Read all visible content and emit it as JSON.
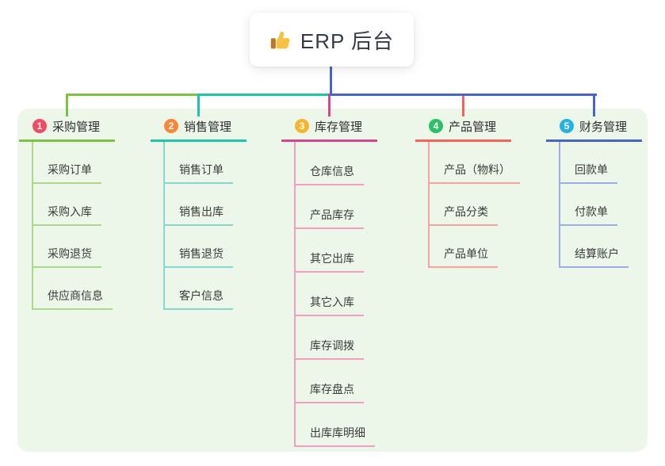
{
  "root": {
    "title": "ERP 后台",
    "icon": "thumbs-up-icon",
    "line_color": "#4a63c8"
  },
  "canvas": {
    "background": "#ffffff",
    "panel_background": "#edf7e9"
  },
  "branches": [
    {
      "number": "1",
      "label": "采购管理",
      "badge_color": "#f24c64",
      "line_color": "#7fc142",
      "child_line_color": "#abd98b",
      "children": [
        "采购订单",
        "采购入库",
        "采购退货",
        "供应商信息"
      ]
    },
    {
      "number": "2",
      "label": "销售管理",
      "badge_color": "#f8873a",
      "line_color": "#1ec3ac",
      "child_line_color": "#82d8cb",
      "children": [
        "销售订单",
        "销售出库",
        "销售退货",
        "客户信息"
      ]
    },
    {
      "number": "3",
      "label": "库存管理",
      "badge_color": "#f6b52e",
      "line_color": "#d8458f",
      "child_line_color": "#f19dc4",
      "children": [
        "仓库信息",
        "产品库存",
        "其它出库",
        "其它入库",
        "库存调拨",
        "库存盘点",
        "出库库明细"
      ]
    },
    {
      "number": "4",
      "label": "产品管理",
      "badge_color": "#2ebf6a",
      "line_color": "#f85f5f",
      "child_line_color": "#faa29d",
      "children": [
        "产品（物料）",
        "产品分类",
        "产品单位"
      ]
    },
    {
      "number": "5",
      "label": "财务管理",
      "badge_color": "#27b2e3",
      "line_color": "#4a63c8",
      "child_line_color": "#9caee8",
      "children": [
        "回款单",
        "付款单",
        "结算账户"
      ]
    }
  ]
}
